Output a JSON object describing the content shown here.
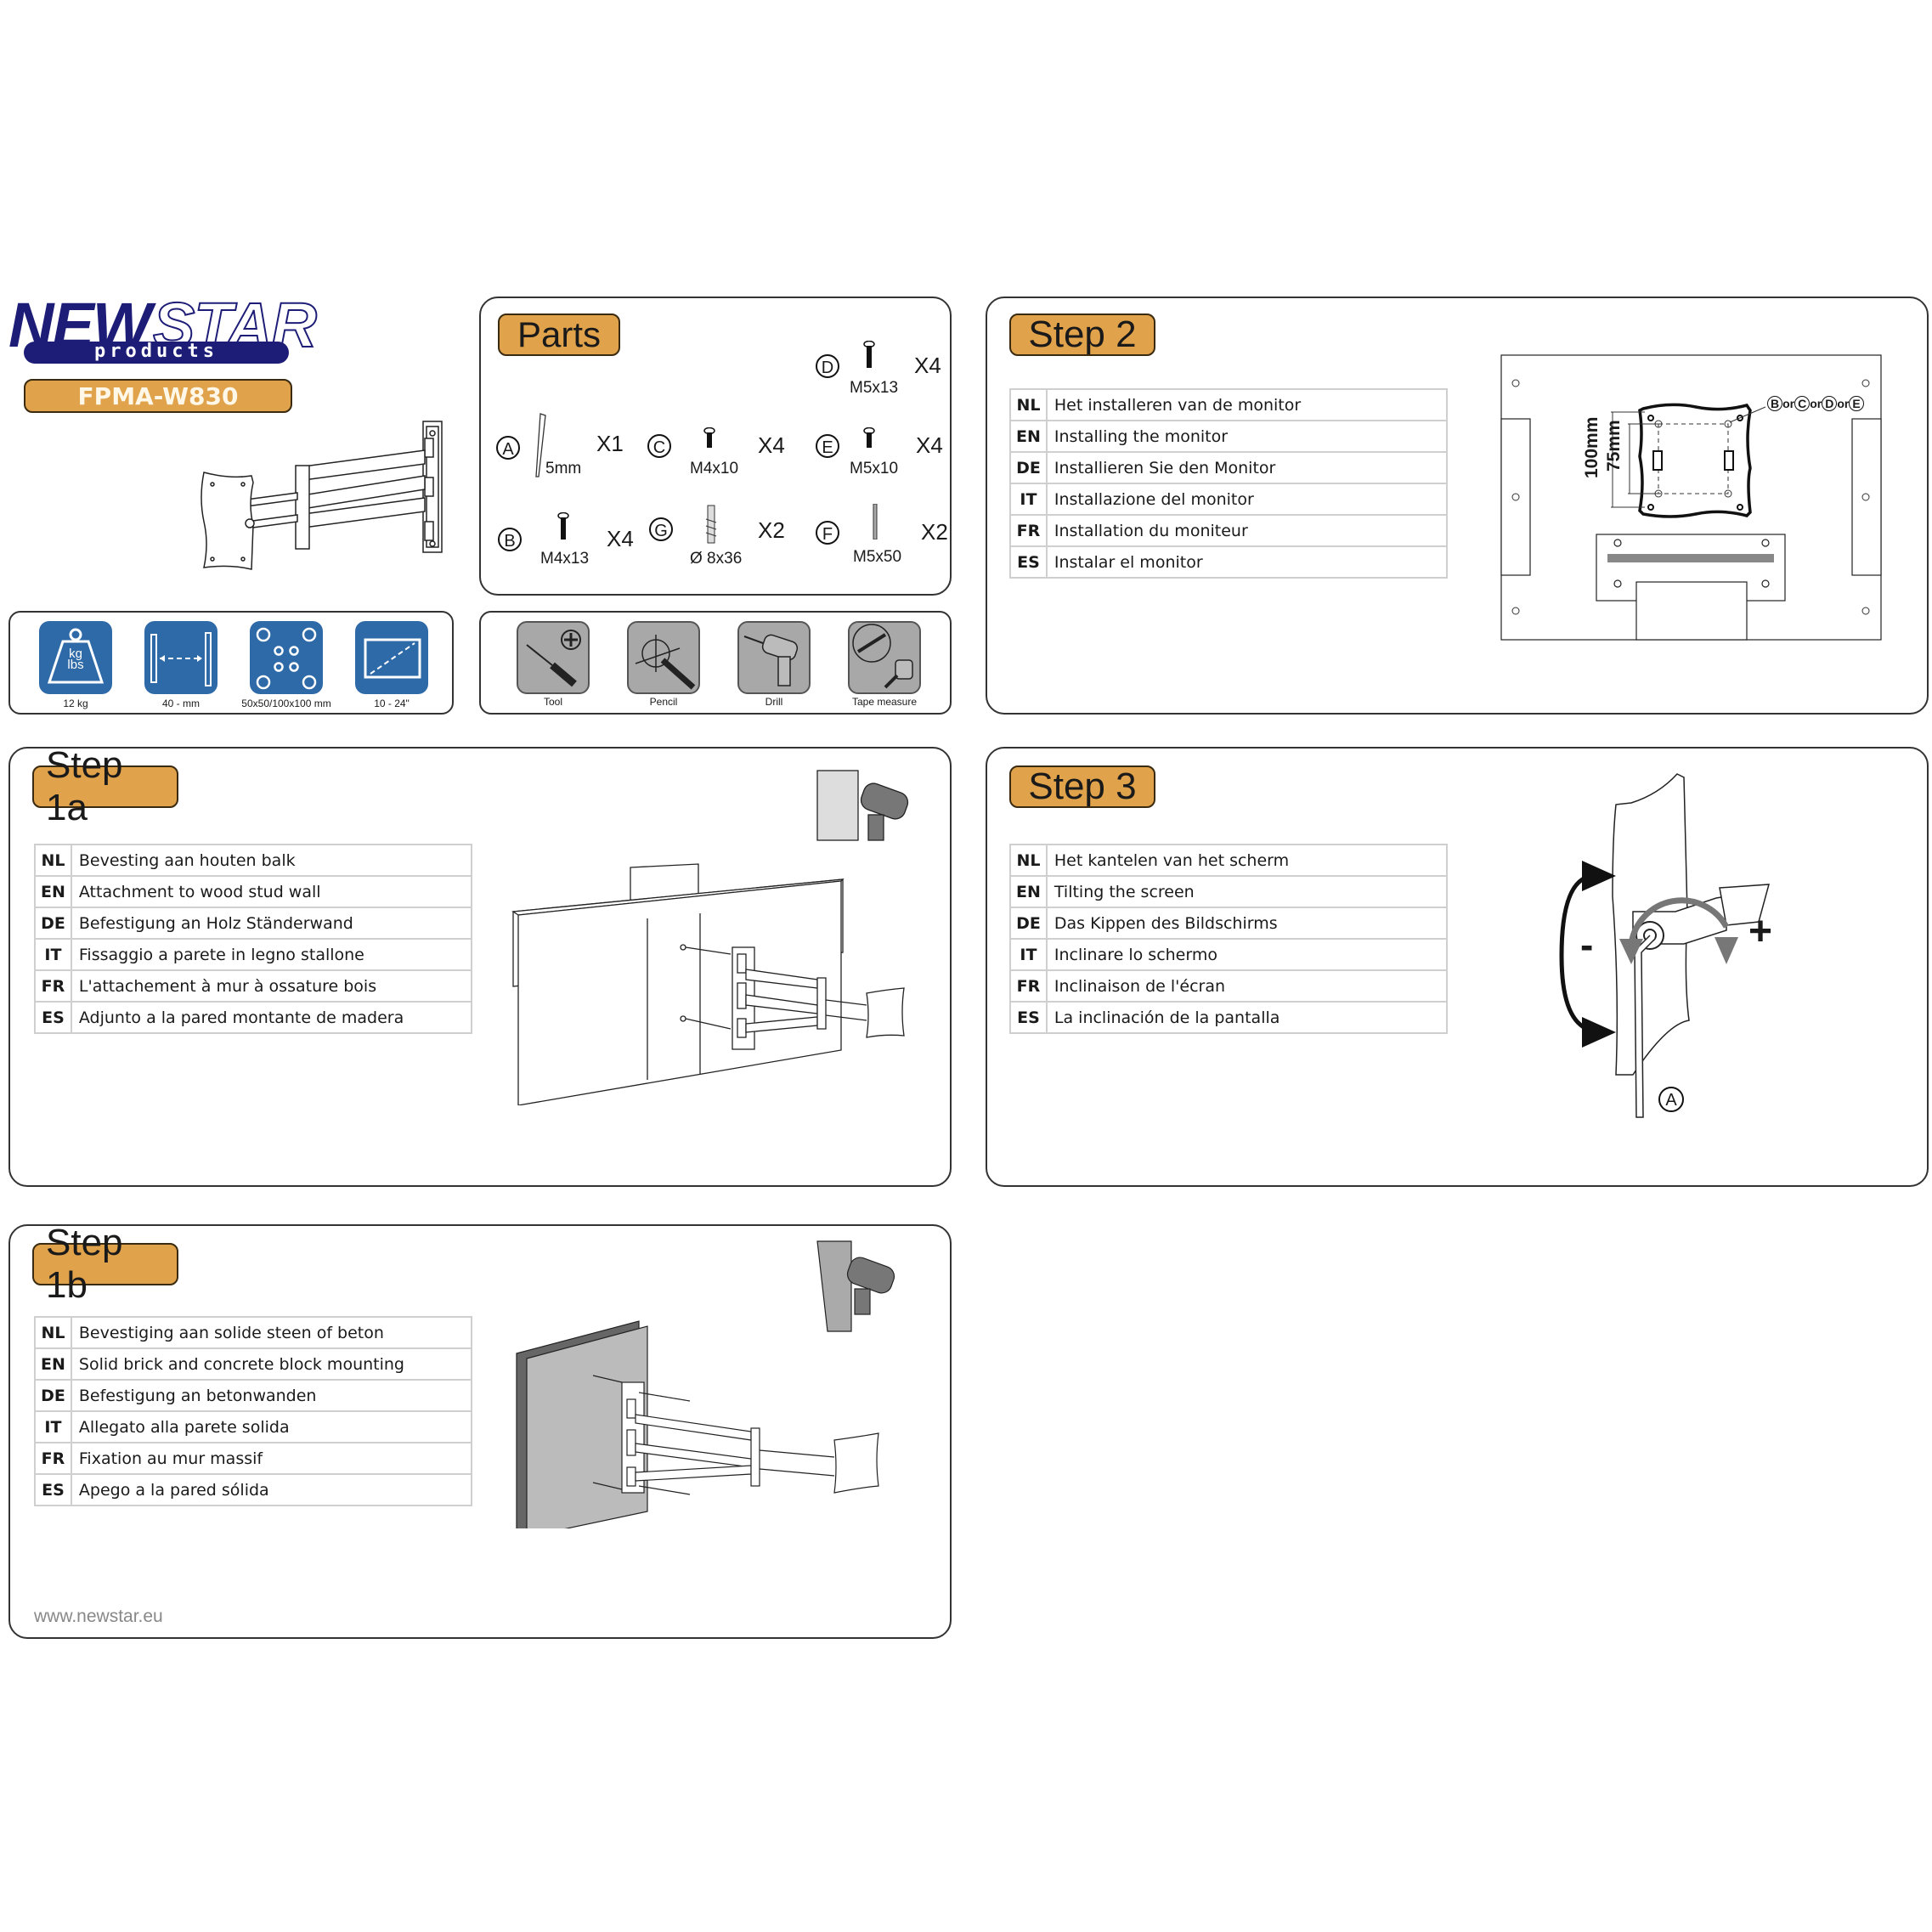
{
  "brand": {
    "name_bold": "NEW",
    "name_outline": "STAR",
    "tagline": "products",
    "model": "FPMA-W830"
  },
  "specs": [
    {
      "icon": "weight-icon",
      "label": "12 kg",
      "glyph_top": "kg",
      "glyph_bottom": "lbs"
    },
    {
      "icon": "wall-distance-icon",
      "label": "40 -  mm"
    },
    {
      "icon": "vesa-pattern-icon",
      "label": "50x50/100x100 mm"
    },
    {
      "icon": "screen-size-icon",
      "label": "10 - 24\""
    }
  ],
  "parts": {
    "title": "Parts",
    "items": [
      {
        "letter": "A",
        "size": "5mm",
        "qty": "X1"
      },
      {
        "letter": "B",
        "size": "M4x13",
        "qty": "X4"
      },
      {
        "letter": "C",
        "size": "M4x10",
        "qty": "X4"
      },
      {
        "letter": "D",
        "size": "M5x13",
        "qty": "X4"
      },
      {
        "letter": "E",
        "size": "M5x10",
        "qty": "X4"
      },
      {
        "letter": "F",
        "size": "M5x50",
        "qty": "X2"
      },
      {
        "letter": "G",
        "size": "Ø 8x36",
        "qty": "X2"
      }
    ]
  },
  "tools": [
    {
      "icon": "screwdriver-icon",
      "label": "Tool"
    },
    {
      "icon": "pencil-icon",
      "label": "Pencil"
    },
    {
      "icon": "drill-icon",
      "label": "Drill"
    },
    {
      "icon": "tape-measure-icon",
      "label": "Tape measure"
    }
  ],
  "step2": {
    "title": "Step 2",
    "rows": [
      {
        "code": "NL",
        "text": "Het installeren van de monitor"
      },
      {
        "code": "EN",
        "text": "Installing the monitor"
      },
      {
        "code": "DE",
        "text": "Installieren Sie den Monitor"
      },
      {
        "code": "IT",
        "text": "Installazione del monitor"
      },
      {
        "code": "FR",
        "text": "Installation du moniteur"
      },
      {
        "code": "ES",
        "text": "Instalar el monitor"
      }
    ],
    "diagram": {
      "dim_outer": "100mm",
      "dim_inner": "75mm",
      "callout": [
        "B",
        "or",
        "C",
        "or",
        "D",
        "or",
        "E"
      ]
    }
  },
  "step1a": {
    "title": "Step 1a",
    "rows": [
      {
        "code": "NL",
        "text": "Bevesting aan houten balk"
      },
      {
        "code": "EN",
        "text": "Attachment to wood stud wall"
      },
      {
        "code": "DE",
        "text": "Befestigung an Holz Ständerwand"
      },
      {
        "code": "IT",
        "text": "Fissaggio a parete in legno stallone"
      },
      {
        "code": "FR",
        "text": "L'attachement à mur à ossature bois"
      },
      {
        "code": "ES",
        "text": "Adjunto a la pared montante de madera"
      }
    ]
  },
  "step3": {
    "title": "Step 3",
    "rows": [
      {
        "code": "NL",
        "text": "Het kantelen van het scherm"
      },
      {
        "code": "EN",
        "text": "Tilting the screen"
      },
      {
        "code": "DE",
        "text": "Das Kippen des Bildschirms"
      },
      {
        "code": "IT",
        "text": "Inclinare lo schermo"
      },
      {
        "code": "FR",
        "text": "Inclinaison de l'écran"
      },
      {
        "code": "ES",
        "text": "La inclinación de la pantalla"
      }
    ],
    "diagram": {
      "minus": "-",
      "plus": "+",
      "tool_letter": "A"
    }
  },
  "step1b": {
    "title": "Step 1b",
    "rows": [
      {
        "code": "NL",
        "text": "Bevestiging aan solide steen of beton"
      },
      {
        "code": "EN",
        "text": "Solid brick and concrete block mounting"
      },
      {
        "code": "DE",
        "text": "Befestigung an betonwanden"
      },
      {
        "code": "IT",
        "text": "Allegato alla parete solida"
      },
      {
        "code": "FR",
        "text": "Fixation au mur massif"
      },
      {
        "code": "ES",
        "text": "Apego a la pared sólida"
      }
    ]
  },
  "footer": {
    "url": "www.newstar.eu"
  },
  "colors": {
    "badge": "#e0a24a",
    "brand_navy": "#1d1d78",
    "spec_blue": "#2f6aa8",
    "tool_gray": "#a8a8a8"
  }
}
